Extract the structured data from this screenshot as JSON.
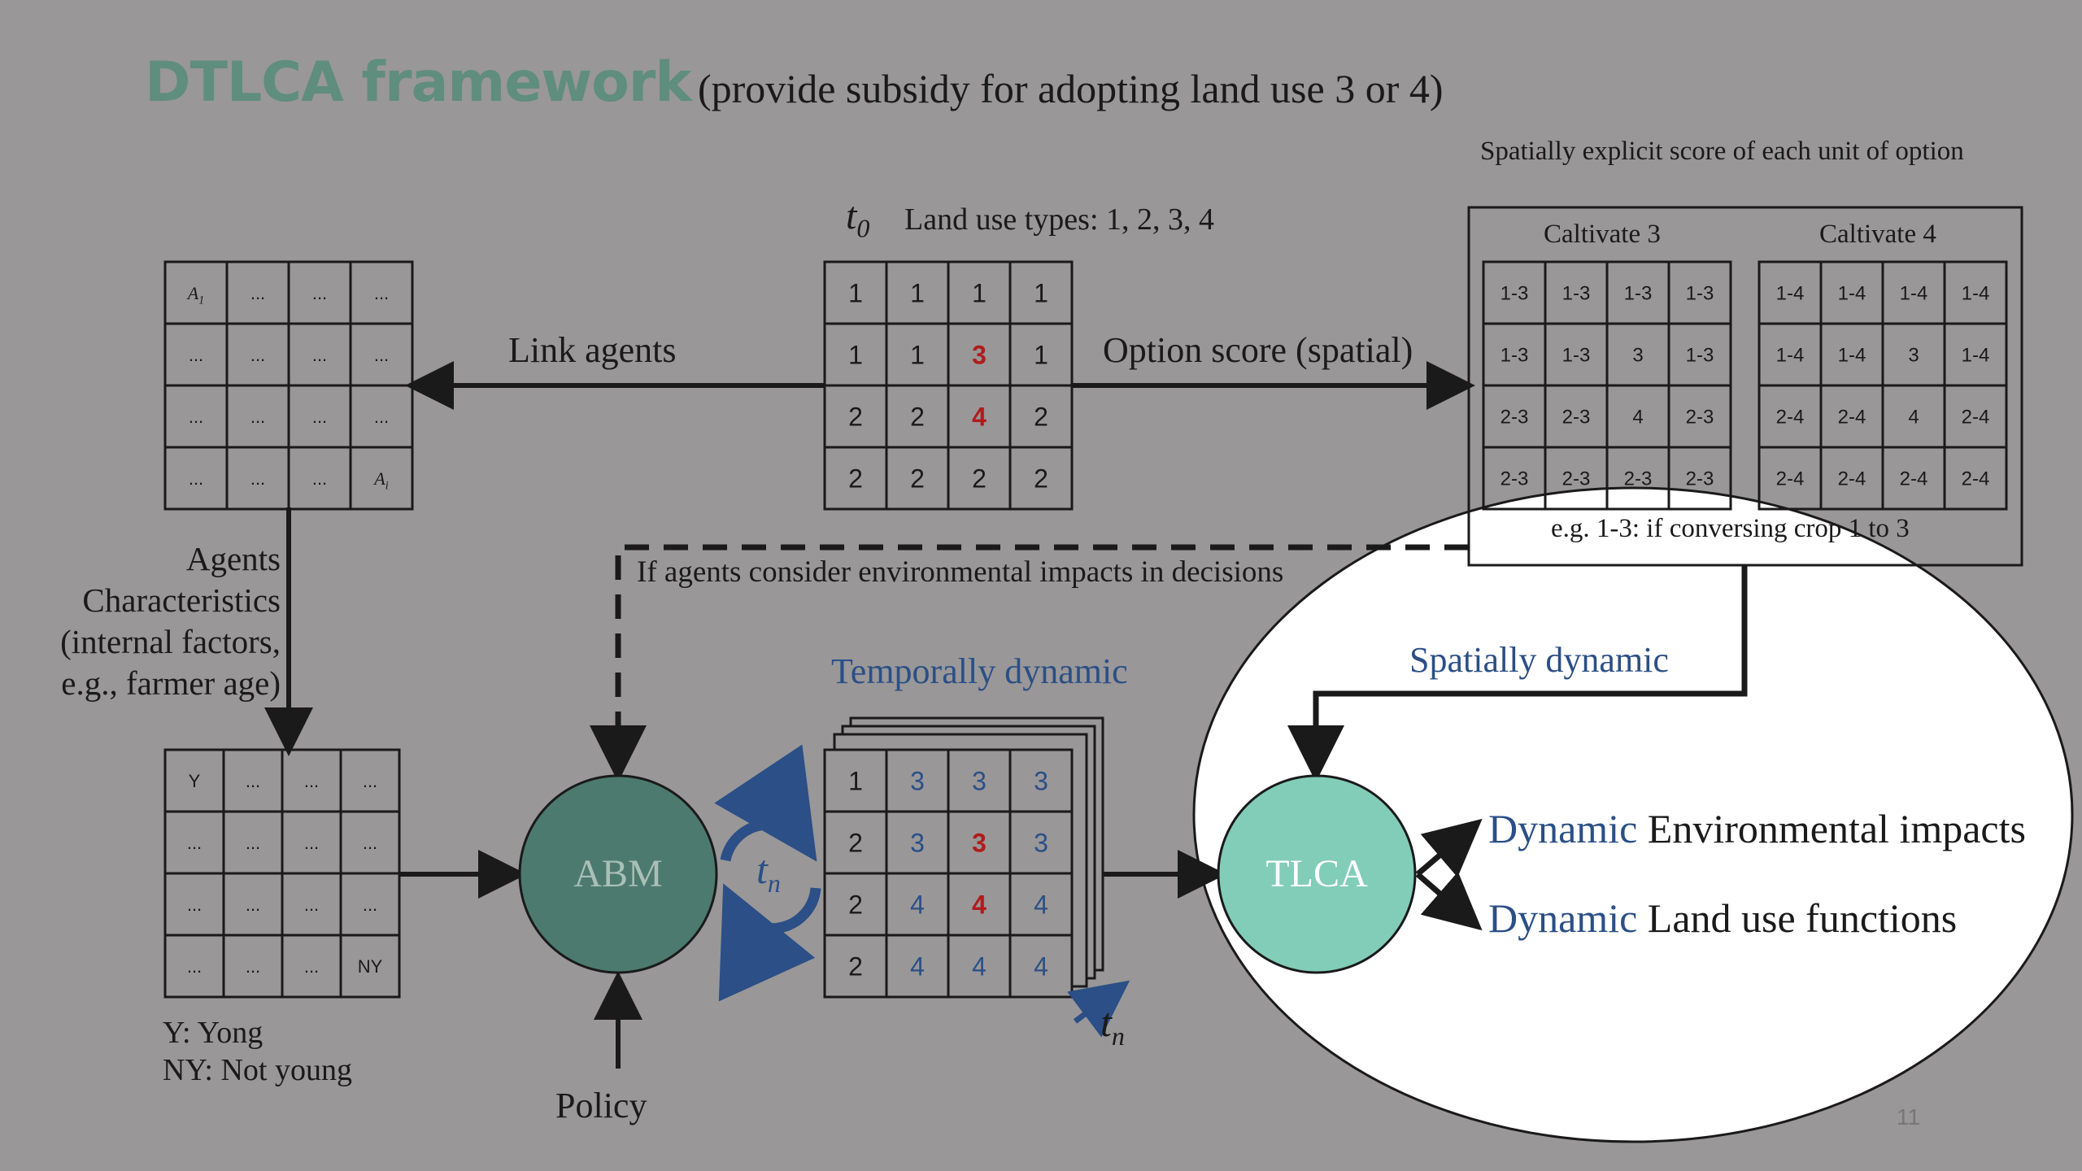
{
  "title": "DTLCA framework",
  "subtitle": "(provide subsidy for adopting land use 3 or 4)",
  "option_note": "Spatially explicit score of each unit of option",
  "t0": {
    "symbol": "t",
    "subscript": "0",
    "label": "Land use types: 1, 2, 3, 4"
  },
  "land_use_grid": [
    [
      "1",
      "1",
      "1",
      "1"
    ],
    [
      "1",
      "1",
      "3",
      "1"
    ],
    [
      "2",
      "2",
      "4",
      "2"
    ],
    [
      "2",
      "2",
      "2",
      "2"
    ]
  ],
  "agents_grid": [
    [
      "A1",
      "...",
      "...",
      "..."
    ],
    [
      "...",
      "...",
      "...",
      "..."
    ],
    [
      "...",
      "...",
      "...",
      "..."
    ],
    [
      "...",
      "...",
      "...",
      "Ai"
    ]
  ],
  "agent_type_grid": [
    [
      "Y",
      "...",
      "...",
      "..."
    ],
    [
      "...",
      "...",
      "...",
      "..."
    ],
    [
      "...",
      "...",
      "...",
      "..."
    ],
    [
      "...",
      "...",
      "...",
      "NY"
    ]
  ],
  "temporal_grid": [
    [
      "1",
      "3",
      "3",
      "3"
    ],
    [
      "2",
      "3",
      "3",
      "3"
    ],
    [
      "2",
      "4",
      "4",
      "4"
    ],
    [
      "2",
      "4",
      "4",
      "4"
    ]
  ],
  "cultivate3": {
    "caption": "Caltivate 3",
    "grid": [
      [
        "1-3",
        "1-3",
        "1-3",
        "1-3"
      ],
      [
        "1-3",
        "1-3",
        "3",
        "1-3"
      ],
      [
        "2-3",
        "2-3",
        "4",
        "2-3"
      ],
      [
        "2-3",
        "2-3",
        "2-3",
        "2-3"
      ]
    ]
  },
  "cultivate4": {
    "caption": "Caltivate 4",
    "grid": [
      [
        "1-4",
        "1-4",
        "1-4",
        "1-4"
      ],
      [
        "1-4",
        "1-4",
        "3",
        "1-4"
      ],
      [
        "2-4",
        "2-4",
        "4",
        "2-4"
      ],
      [
        "2-4",
        "2-4",
        "2-4",
        "2-4"
      ]
    ]
  },
  "example_note": "e.g. 1-3: if conversing crop 1 to 3",
  "link_agents": "Link agents",
  "option_score": "Option score (spatial)",
  "agents_characteristics": [
    "Agents",
    "Characteristics",
    "(internal factors,",
    "e.g., farmer age)"
  ],
  "env_question": "If agents consider environmental impacts in decisions",
  "temporally_dynamic": "Temporally dynamic",
  "spatially_dynamic": "Spatially dynamic",
  "abm": "ABM",
  "tlca": "TLCA",
  "tn": {
    "symbol": "t",
    "subscript": "n"
  },
  "policy": "Policy",
  "legend": [
    "Y: Yong",
    "NY: Not young"
  ],
  "outputs": [
    {
      "prefix": "Dynamic",
      "rest": " Environmental impacts"
    },
    {
      "prefix": "Dynamic",
      "rest": " Land use functions"
    }
  ],
  "page_number": "11",
  "colors": {
    "background": "#999798",
    "title": "#5f8d7e",
    "abm": "#4d7a6e",
    "tlca": "#82cdb8",
    "blue": "#2b4f86",
    "red": "#b01c1c"
  }
}
